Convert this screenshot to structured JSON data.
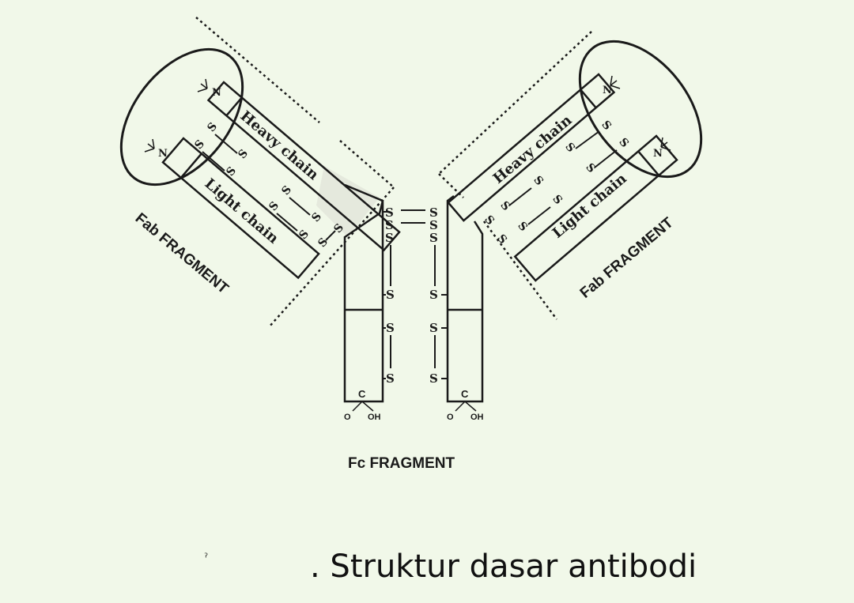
{
  "diagram": {
    "heavy_chain_label": "Heavy chain",
    "light_chain_label": "Light chain",
    "fab_label": "Fab FRAGMENT",
    "fc_label": "Fc FRAGMENT",
    "n_terminus": "N",
    "c_terminus": "C",
    "o_label": "O",
    "oh_label": "OH",
    "disulfide_s": "S"
  },
  "caption": {
    "tick": "ˀ",
    "text": ". Struktur dasar antibodi"
  }
}
